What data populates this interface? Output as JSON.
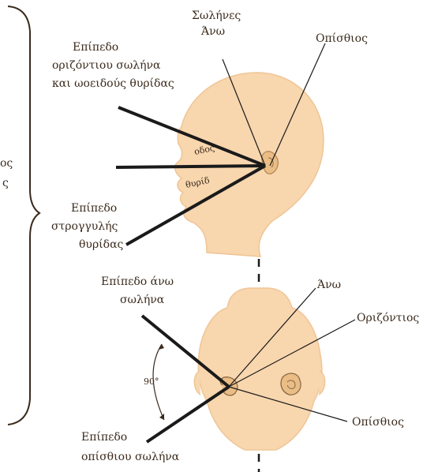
{
  "labels": {
    "canals_upper_line1": "Σωλήνες",
    "canals_upper_line2": "Άνω",
    "posterior_top": "Οπίσθιος",
    "plane_horizontal_line1": "Επίπεδο",
    "plane_horizontal_line2": "οριζόντιου σωλήνα",
    "plane_horizontal_line3": "και ωοειδούς θυρίδας",
    "plane_round_line1": "Επίπεδο",
    "plane_round_line2": "στρογγυλής",
    "plane_round_line3": "θυρίδας",
    "left_partial_1": "ος",
    "left_partial_2": "ς",
    "plane_upper_line1": "Επίπεδο άνω",
    "plane_upper_line2": "σωλήνα",
    "upper_right": "Άνω",
    "horizontal_right": "Οριζόντιος",
    "posterior_bottom": "Οπίσθιος",
    "plane_posterior_line1": "Επίπεδο",
    "plane_posterior_line2": "οπίσθιου σωλήνα",
    "angle": "90°",
    "ear_top_label": "οδος",
    "ear_bottom_label": "θυρίδ"
  },
  "colors": {
    "skin": "#f8d6ae",
    "skin_edge": "#efc596",
    "line": "#1a1a1a",
    "text": "#3a2a1c"
  }
}
